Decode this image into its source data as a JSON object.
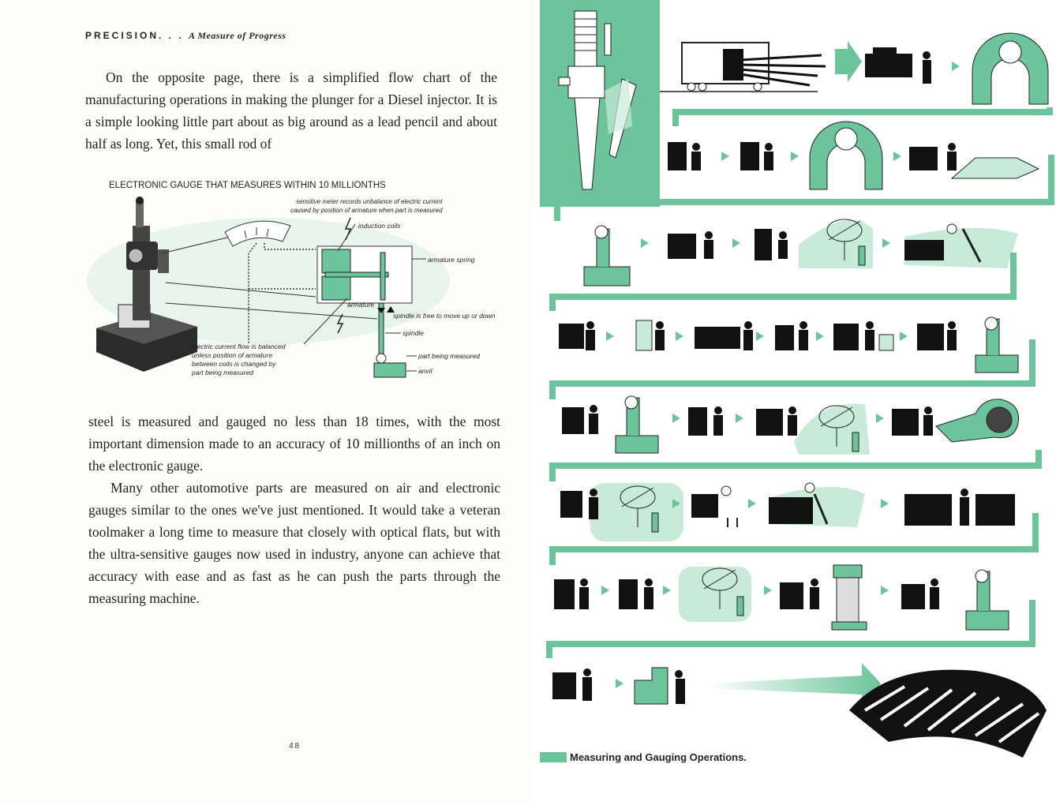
{
  "left_page": {
    "running_head": {
      "caps": "PRECISION",
      "dots": ". . .",
      "italic": "A Measure of Progress"
    },
    "paragraph_1": "On the opposite page, there is a simplified flow chart of the manufacturing operations in making the plunger for a Diesel injector. It is a simple looking little part about as big around as a lead pencil and about half as long. Yet, this small rod of",
    "figure": {
      "title": "ELECTRONIC GAUGE THAT MEASURES WITHIN 10 MILLIONTHS",
      "labels": {
        "meter_1": "sensitive meter records unbalance of electric current",
        "meter_2": "caused by position of armature when part is measured",
        "induction": "induction coils",
        "spring": "armature spring",
        "armature": "armature",
        "spindle_free": "spindle is free to move up or down",
        "spindle": "spindle",
        "part": "part being measured",
        "anvil": "anvil",
        "current_1": "electric current flow is balanced",
        "current_2": "unless position of armature",
        "current_3": "between coils is changed by",
        "current_4": "part being measured"
      }
    },
    "paragraph_2a": "steel is measured and gauged no less than 18 times, with the most important dimension made to an accuracy of 10 millionths of an inch on the electronic gauge.",
    "paragraph_2b": "Many other automotive parts are measured on air and electronic gauges similar to the ones we've just mentioned. It would take a veteran toolmaker a long time to measure that closely with optical flats, but with the ultra-sensitive gauges now used in industry, anyone can achieve that accuracy with ease and as fast as he can push the parts through the measuring machine.",
    "page_number": "48"
  },
  "right_page": {
    "caption": "Measuring and Gauging Operations.",
    "accent_color": "#6cc49b",
    "flow_rows": [
      [
        "injector",
        "rail-car-steel-bars",
        "machine-operator",
        "snap-gauge"
      ],
      [
        "machine-operator",
        "machine-operator",
        "snap-gauge",
        "machine-operator-plunger"
      ],
      [
        "dial-indicator-stand",
        "machine-operator",
        "machine-operator",
        "optical-flat",
        "inspector-bench"
      ],
      [
        "machine-operator",
        "machine-operator",
        "machine-operator",
        "machine-operator",
        "machine-operator",
        "machine-operator",
        "dial-indicator-stand"
      ],
      [
        "machine-operator",
        "dial-indicator-stand",
        "machine-operator",
        "optical-flat",
        "air-gauge"
      ],
      [
        "optical-flat",
        "inspector-bench",
        "inspector-bench",
        "machine-operator"
      ],
      [
        "machine-operator",
        "machine-operator",
        "optical-flat",
        "machine-operator",
        "electronic-gauge",
        "machine-operator",
        "dial-indicator-stand"
      ],
      [
        "machine-operator",
        "packer",
        "finished-plungers"
      ]
    ]
  }
}
